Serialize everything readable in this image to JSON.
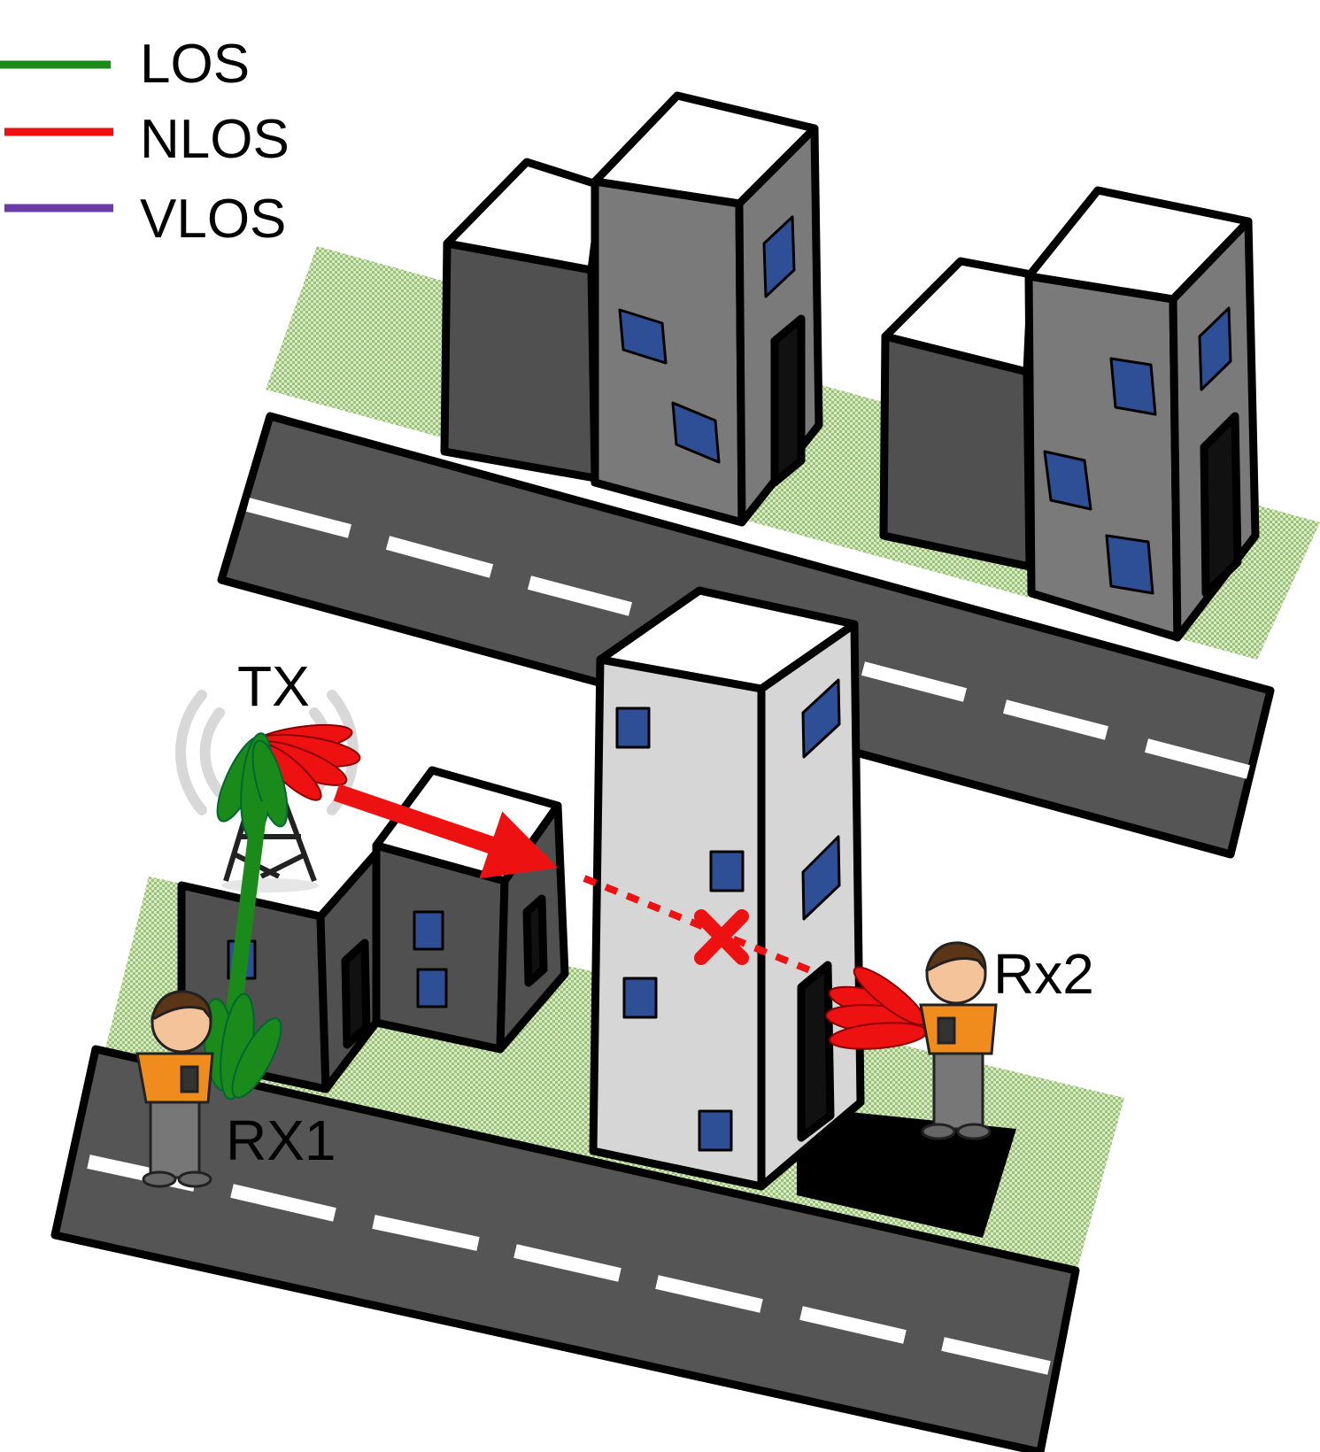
{
  "legend": {
    "items": [
      {
        "label": "LOS",
        "color": "#1a8a1a"
      },
      {
        "label": "NLOS",
        "color": "#ee1111"
      },
      {
        "label": "VLOS",
        "color": "#6a3aa8"
      }
    ]
  },
  "nodes": {
    "tx": "TX",
    "rx1": "RX1",
    "rx2": "Rx2"
  },
  "colors": {
    "road": "#555555",
    "grass": "#b7d49a",
    "window": "#2e4f96",
    "building_light": "#d6d6d6",
    "building_mid": "#7a7a7a",
    "building_dark": "#505050"
  }
}
